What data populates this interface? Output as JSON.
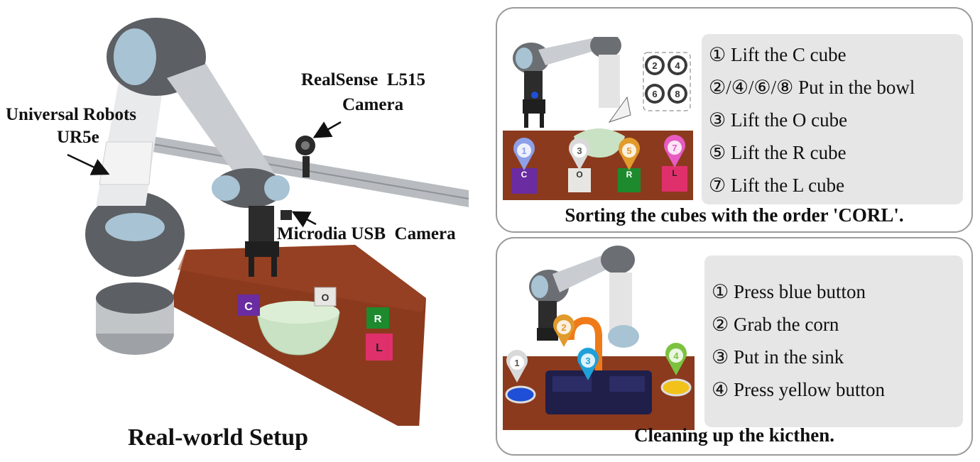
{
  "setup": {
    "title": "Real-world Setup",
    "labels": {
      "robot_line1": "Universal Robots",
      "robot_line2": "UR5e",
      "realsense_line1": "RealSense  L515",
      "realsense_line2": "Camera",
      "usb_camera": "Microdia USB  Camera"
    },
    "cube_letters": [
      "C",
      "O",
      "R",
      "L"
    ]
  },
  "tasks": [
    {
      "caption": "Sorting the cubes with the order 'CORL'.",
      "steps": [
        "① Lift the C cube",
        "②/④/⑥/⑧ Put in the bowl",
        "③ Lift the O cube",
        "⑤ Lift the R cube",
        "⑦ Lift the L cube"
      ],
      "marker_numbers": [
        "1",
        "3",
        "5",
        "7"
      ],
      "bowl_marker_numbers": [
        "2",
        "4",
        "6",
        "8"
      ],
      "cube_letters": [
        "C",
        "O",
        "R",
        "L"
      ]
    },
    {
      "caption": "Cleaning up the kicthen.",
      "steps": [
        "① Press blue button",
        "② Grab the corn",
        "③ Put in the sink",
        "④ Press yellow button"
      ],
      "marker_numbers": [
        "1",
        "2",
        "3",
        "4"
      ]
    }
  ],
  "colors": {
    "table_wood": "#8b3a1e",
    "robot_silver": "#c9ccd0",
    "robot_dark": "#5c5f63",
    "robot_cap": "#a8c3d3",
    "bowl": "#c9e2c3",
    "cube_c": "#6a2ca0",
    "cube_o": "#e8e6e2",
    "cube_r": "#1d8a2e",
    "cube_l": "#e0306b",
    "marker_purple": "#8da0e8",
    "marker_white": "#d9d9d9",
    "marker_orange": "#e19a2c",
    "marker_pink": "#e85bc2",
    "marker_blue": "#1fa0d8",
    "marker_yellow": "#f2c21a",
    "marker_green": "#7cc240",
    "sink_dark": "#1f1f4a",
    "faucet_orange": "#f07a18",
    "step_box_bg": "#e6e6e6"
  }
}
